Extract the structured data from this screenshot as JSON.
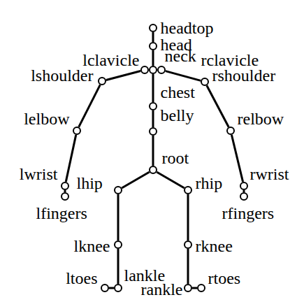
{
  "diagram": {
    "nodes": [
      {
        "text": [
          "headtop"
        ]
      },
      {
        "text": [
          "head"
        ]
      },
      {
        "text": [
          "lclavicle"
        ]
      },
      {
        "text": [
          "neck"
        ]
      },
      {
        "text": [
          "rclavicle"
        ]
      },
      {
        "text": [
          "lshoulder"
        ]
      },
      {
        "text": [
          "rshoulder"
        ]
      },
      {
        "text": [
          "chest"
        ]
      },
      {
        "text": [
          "belly"
        ]
      },
      {
        "text": [
          "lelbow"
        ]
      },
      {
        "text": [
          "relbow"
        ]
      },
      {
        "text": [
          "root"
        ]
      },
      {
        "text": [
          "lwrist"
        ]
      },
      {
        "text": [
          "lhip"
        ]
      },
      {
        "text": [
          "rhip"
        ]
      },
      {
        "text": [
          "rwrist"
        ]
      },
      {
        "text": [
          "lfingers"
        ]
      },
      {
        "text": [
          "rfingers"
        ]
      },
      {
        "text": [
          "lknee"
        ]
      },
      {
        "text": [
          "rknee"
        ]
      },
      {
        "text": [
          "ltoes"
        ]
      },
      {
        "text": [
          "lankle"
        ]
      },
      {
        "text": [
          "rankle"
        ]
      },
      {
        "text": [
          "rtoes"
        ]
      }
    ],
    "edges": [
      {
        "from": 0,
        "to": 1,
        "arrow": "none"
      },
      {
        "from": 1,
        "to": 3,
        "arrow": "none"
      },
      {
        "from": 3,
        "to": 2,
        "arrow": "none"
      },
      {
        "from": 3,
        "to": 4,
        "arrow": "none"
      },
      {
        "from": 2,
        "to": 5,
        "arrow": "none"
      },
      {
        "from": 4,
        "to": 6,
        "arrow": "none"
      },
      {
        "from": 5,
        "to": 9,
        "arrow": "none"
      },
      {
        "from": 6,
        "to": 10,
        "arrow": "none"
      },
      {
        "from": 9,
        "to": 12,
        "arrow": "none"
      },
      {
        "from": 10,
        "to": 15,
        "arrow": "none"
      },
      {
        "from": 12,
        "to": 16,
        "arrow": "none"
      },
      {
        "from": 15,
        "to": 17,
        "arrow": "none"
      },
      {
        "from": 3,
        "to": 7,
        "arrow": "none"
      },
      {
        "from": 7,
        "to": 8,
        "arrow": "none"
      },
      {
        "from": 8,
        "to": 11,
        "arrow": "none"
      },
      {
        "from": 11,
        "to": 13,
        "arrow": "none"
      },
      {
        "from": 11,
        "to": 14,
        "arrow": "none"
      },
      {
        "from": 13,
        "to": 18,
        "arrow": "none"
      },
      {
        "from": 14,
        "to": 19,
        "arrow": "none"
      },
      {
        "from": 18,
        "to": 21,
        "arrow": "none"
      },
      {
        "from": 19,
        "to": 22,
        "arrow": "none"
      },
      {
        "from": 21,
        "to": 20,
        "arrow": "none"
      },
      {
        "from": 22,
        "to": 23,
        "arrow": "none"
      }
    ]
  }
}
